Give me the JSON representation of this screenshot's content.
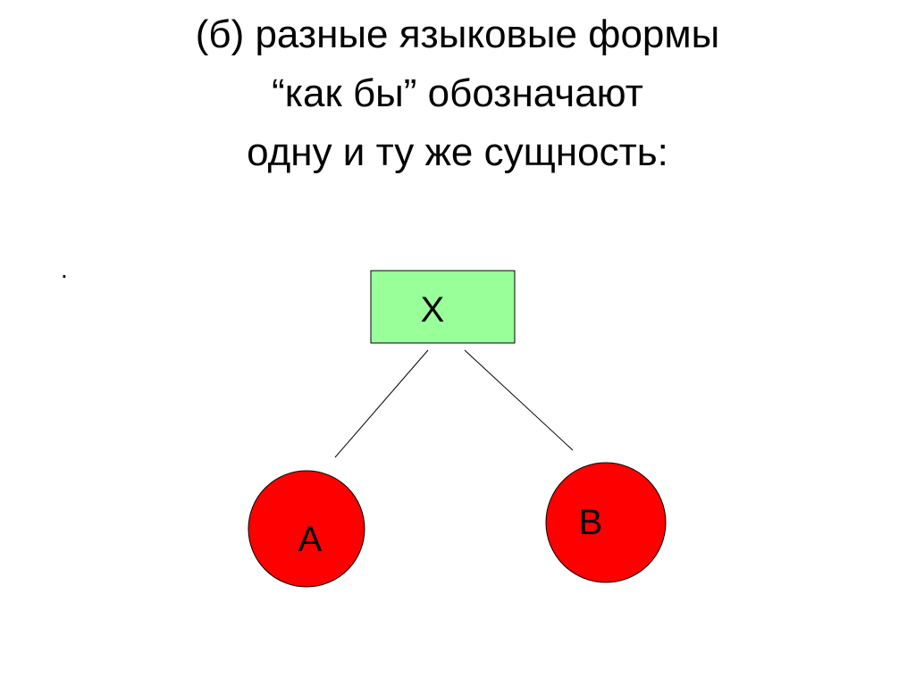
{
  "title": {
    "lines": [
      "(б) разные языковые формы",
      "“как бы” обозначают",
      "одну и ту же сущность:"
    ]
  },
  "bullet": ".",
  "diagram": {
    "nodes": {
      "root": {
        "label": "X",
        "fill": "#99ff99",
        "stroke": "#000000"
      },
      "left": {
        "label": "A",
        "fill": "#ff0000",
        "stroke": "#000000"
      },
      "right": {
        "label": "B",
        "fill": "#ff0000",
        "stroke": "#000000"
      }
    },
    "edges": [
      {
        "from": "root",
        "to": "left"
      },
      {
        "from": "root",
        "to": "right"
      }
    ]
  }
}
